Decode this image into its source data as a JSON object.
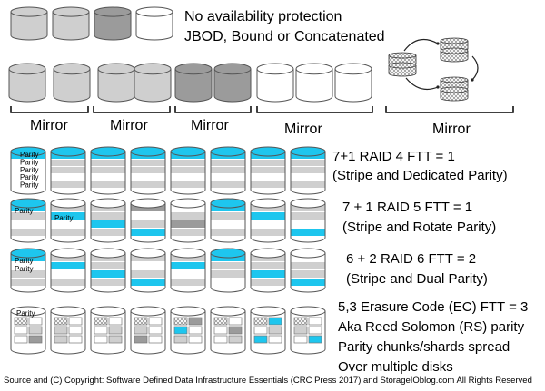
{
  "colors": {
    "cyan": "#1ec6ee",
    "light_gray": "#cfcfcf",
    "dark_gray": "#9b9b9b",
    "white": "#ffffff",
    "stroke": "#555555"
  },
  "jbod": {
    "line1": "No availability protection",
    "line2": "JBOD, Bound or Concatenated",
    "disk_shades": [
      "light",
      "light",
      "dark",
      "white"
    ]
  },
  "mirror": {
    "labels": [
      "Mirror",
      "Mirror",
      "Mirror",
      "Mirror",
      "Mirror"
    ],
    "disk_shades": [
      "light",
      "light",
      "light",
      "light",
      "dark",
      "dark",
      "white",
      "white",
      "white"
    ],
    "remote_icons": [
      "replica-site-a",
      "replica-site-b",
      "replica-site-c"
    ]
  },
  "raid4": {
    "line1": "7+1 RAID 4 FTT = 1",
    "line2": "(Stripe and Dedicated Parity)",
    "parity_label": "Parity",
    "parity_count": 5
  },
  "raid5": {
    "line1": "7 + 1 RAID 5 FTT = 1",
    "line2": "(Stripe and Rotate Parity)",
    "parity_label": "Parity"
  },
  "raid6": {
    "line1": "6 + 2 RAID 6 FTT = 2",
    "line2": "(Stripe and Dual Parity)",
    "parity_label": "Parity"
  },
  "erasure_code": {
    "line1": "5,3 Erasure Code (EC) FTT = 3",
    "line2": "Aka Reed Solomon (RS) parity",
    "line3": "Parity chunks/shards spread",
    "line4": "Over multiple disks",
    "parity_label": "Parity"
  },
  "footer": {
    "source": "Source and (C) Copyright: Software Defined Data Infrastructure  Essentials (CRC Press 2017) and StorageIOblog.com All Rights Reserved"
  }
}
